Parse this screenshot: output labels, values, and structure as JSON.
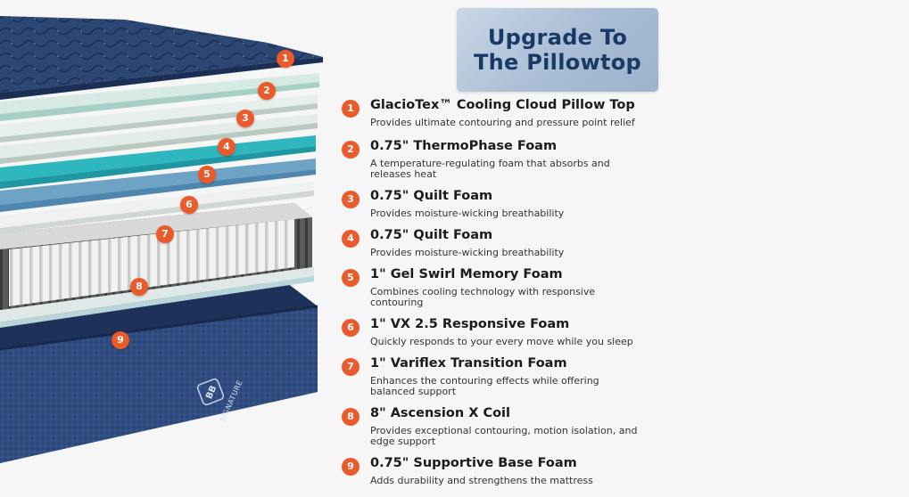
{
  "heading": {
    "line1": "Upgrade To",
    "line2": "The Pillowtop"
  },
  "brand_mark": {
    "monogram": "BB",
    "wordmark": "SIGNATURE"
  },
  "colors": {
    "accent": "#ea5a2a",
    "heading": "#1a3a66",
    "mattress_navy": "#27406b"
  },
  "layers": [
    {
      "num": "1",
      "title": "GlacioTex™ Cooling Cloud Pillow Top",
      "desc": "Provides ultimate contouring and pressure point relief"
    },
    {
      "num": "2",
      "title": "0.75\" ThermoPhase Foam",
      "desc": "A temperature-regulating foam that absorbs and releases heat"
    },
    {
      "num": "3",
      "title": "0.75\" Quilt Foam",
      "desc": "Provides moisture-wicking breathability"
    },
    {
      "num": "4",
      "title": "0.75\" Quilt Foam",
      "desc": "Provides moisture-wicking breathability"
    },
    {
      "num": "5",
      "title": "1\" Gel Swirl Memory Foam",
      "desc": "Combines cooling technology with responsive contouring"
    },
    {
      "num": "6",
      "title": "1\" VX 2.5 Responsive Foam",
      "desc": "Quickly responds to your every move while you sleep"
    },
    {
      "num": "7",
      "title": "1\" Variflex Transition Foam",
      "desc": "Enhances the contouring effects while offering balanced support"
    },
    {
      "num": "8",
      "title": "8\" Ascension X Coil",
      "desc": "Provides exceptional contouring, motion isolation, and edge support"
    },
    {
      "num": "9",
      "title": "0.75\" Supportive Base Foam",
      "desc": "Adds durability and strengthens the mattress"
    }
  ]
}
